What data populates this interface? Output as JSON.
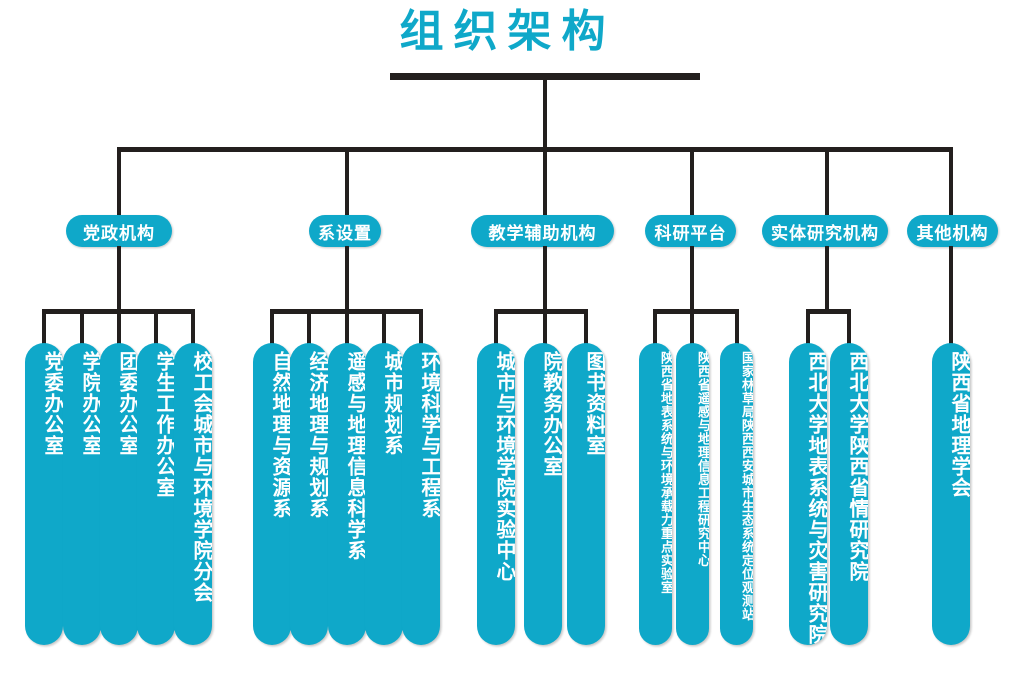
{
  "title": "组织架构",
  "colors": {
    "accent": "#0FA8C9",
    "line": "#231f1e",
    "text_on_accent": "#ffffff"
  },
  "groups": [
    {
      "label": "党政机构",
      "children": [
        "党委办公室",
        "学院办公室",
        "团委办公室",
        "学生工作办公室",
        "校工会城市与环境学院分会"
      ]
    },
    {
      "label": "系设置",
      "children": [
        "自然地理与资源系",
        "经济地理与规划系",
        "遥感与地理信息科学系",
        "城市规划系",
        "环境科学与工程系"
      ]
    },
    {
      "label": "教学辅助机构",
      "children": [
        "城市与环境学院实验中心",
        "院教务办公室",
        "图书资料室"
      ]
    },
    {
      "label": "科研平台",
      "children": [
        "陕西省地表系统与环境承载力重点实验室",
        "陕西省遥感与地理信息工程研究中心",
        "国家林草局陕西西安城市生态系统定位观测站"
      ]
    },
    {
      "label": "实体研究机构",
      "children": [
        "西北大学地表系统与灾害研究院",
        "西北大学陕西省情研究院"
      ]
    },
    {
      "label": "其他机构",
      "children": [
        "陕西省地理学会"
      ]
    }
  ]
}
